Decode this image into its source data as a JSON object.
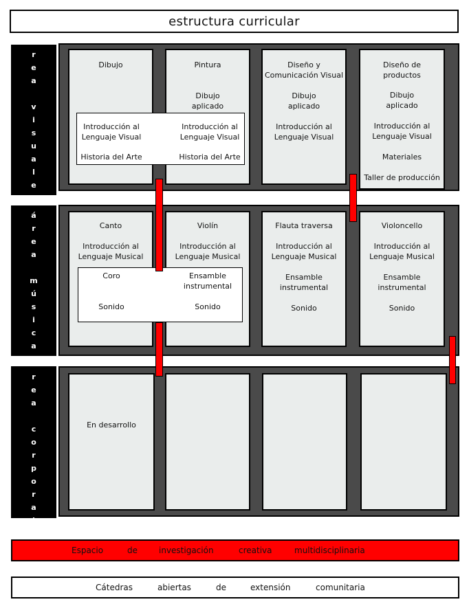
{
  "title": "estructura curricular",
  "areas": {
    "visual": {
      "label": "área visuales"
    },
    "music": {
      "label": "área música"
    },
    "corporal": {
      "label": "área corporal"
    }
  },
  "visual": {
    "col1": {
      "heading": "Dibujo"
    },
    "col2": {
      "heading": "Pintura",
      "extra": "Dibujo\naplicado"
    },
    "col3": {
      "heading": "Diseño y\nComunicación Visual",
      "extra": "Dibujo\naplicado",
      "intro": "Introducción al\nLenguaje Visual"
    },
    "col4": {
      "heading": "Diseño de\nproductos",
      "extra": "Dibujo\naplicado",
      "intro": "Introducción al\nLenguaje Visual",
      "materiales": "Materiales",
      "taller": "Taller de producción"
    },
    "shared": {
      "intro1": "Introducción al\nLenguaje Visual",
      "intro2": "Introducción al\nLenguaje Visual",
      "hist1": "Historia del Arte",
      "hist2": "Historia del Arte"
    }
  },
  "music": {
    "col1": {
      "heading": "Canto",
      "intro": "Introducción al\nLenguaje Musical"
    },
    "col2": {
      "heading": "Violín",
      "intro": "Introducción al\nLenguaje Musical"
    },
    "col3": {
      "heading": "Flauta traversa",
      "intro": "Introducción al\nLenguaje Musical",
      "ensamble": "Ensamble\ninstrumental",
      "sonido": "Sonido"
    },
    "col4": {
      "heading": "Violoncello",
      "intro": "Introducción al\nLenguaje Musical",
      "ensamble": "Ensamble\ninstrumental",
      "sonido": "Sonido"
    },
    "shared": {
      "coro": "Coro",
      "ensamble": "Ensamble\ninstrumental",
      "sonido1": "Sonido",
      "sonido2": "Sonido"
    }
  },
  "corporal": {
    "col1": {
      "text": "En desarrollo"
    }
  },
  "bottom": {
    "investigacion": [
      "Espacio",
      "de",
      "investigación",
      "creativa",
      "multidisciplinaria"
    ],
    "extension": [
      "Cátedras",
      "abiertas",
      "de",
      "extensión",
      "comunitaria"
    ]
  },
  "colors": {
    "connector": "#ff0000",
    "panel": "#4a4a4a",
    "column": "#eaedec"
  }
}
